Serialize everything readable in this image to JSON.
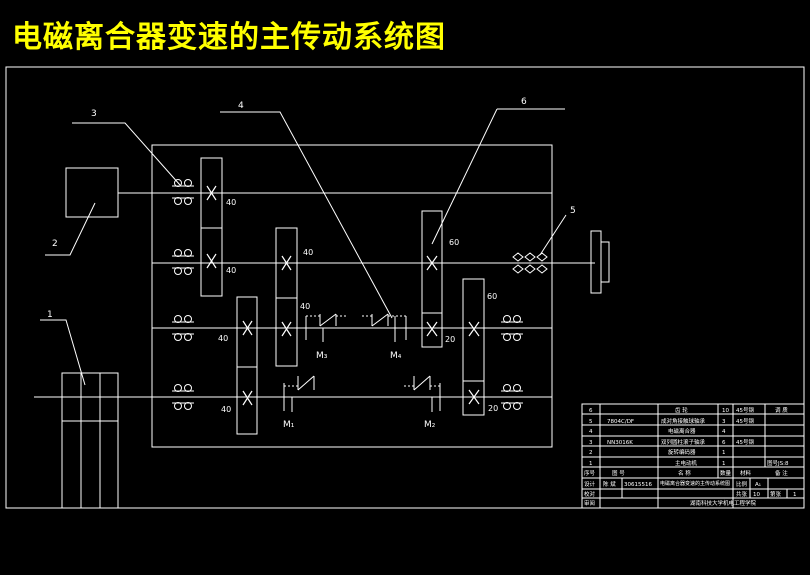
{
  "title": "电磁离合器变速的主传动系统图",
  "colors": {
    "background": "#000000",
    "title": "#ffff00",
    "lines": "#ffffff"
  },
  "callouts": [
    "1",
    "2",
    "3",
    "4",
    "5",
    "6"
  ],
  "gear_teeth": {
    "g1_top": "40",
    "g1_bottom": "40",
    "g2_top": "40",
    "g2_bottom": "40",
    "g3_top": "40",
    "g3_bottom": "40",
    "g4_top": "60",
    "g4_bottom": "20",
    "g5_top": "60",
    "g5_bottom": "20"
  },
  "clutches": [
    "M₃",
    "M₄",
    "M₁",
    "M₂"
  ],
  "title_block": {
    "rows": [
      {
        "no": "6",
        "code": "",
        "name": "齿 轮",
        "qty": "10",
        "material": "45号钢",
        "note": "调 质"
      },
      {
        "no": "5",
        "code": "7804C/DF",
        "name": "成对角接触球轴承",
        "qty": "3",
        "material": "45号钢",
        "note": ""
      },
      {
        "no": "4",
        "code": "",
        "name": "电磁离合器",
        "qty": "4",
        "material": "",
        "note": ""
      },
      {
        "no": "3",
        "code": "NN3016K",
        "name": "双列圆柱滚子轴承",
        "qty": "6",
        "material": "45号钢",
        "note": ""
      },
      {
        "no": "2",
        "code": "",
        "name": "旋转编码器",
        "qty": "1",
        "material": "",
        "note": ""
      },
      {
        "no": "1",
        "code": "",
        "name": "主电动机",
        "qty": "1",
        "material": "",
        "note": ""
      }
    ],
    "header": {
      "no": "序号",
      "code": "图 号",
      "name": "名 称",
      "qty": "数量",
      "material": "材料",
      "note": "备 注"
    },
    "note_right": "图号JS:8",
    "design_label": "设计",
    "designer": "陈 斌",
    "student_no": "30615516",
    "check_label": "校对",
    "review_label": "审阅",
    "drawing_title": "电磁离合器变速的主传动系统图",
    "scale_label": "比例",
    "scale": "A₁",
    "sheet_label": "共张",
    "sheet_total": "10",
    "page_label": "第张",
    "page": "1",
    "school": "湖南科技大学机电工程学院"
  }
}
